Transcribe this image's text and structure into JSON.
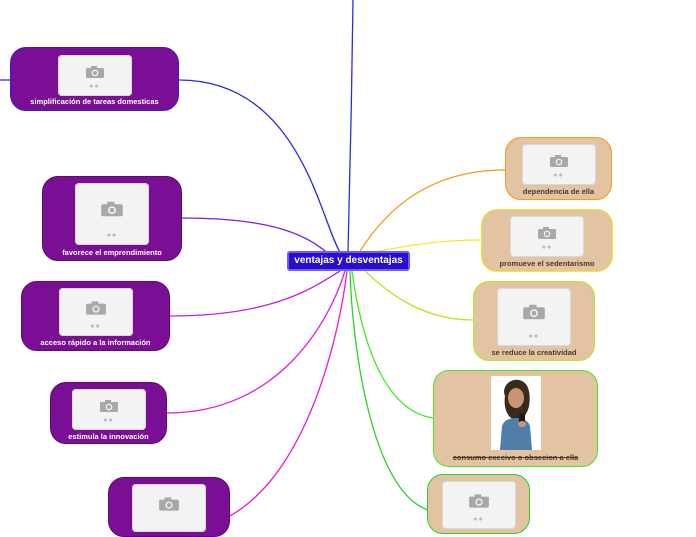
{
  "center": {
    "title": "ventajas y desventajas"
  },
  "left_nodes": [
    {
      "label": "simplificación de tareas domesticas",
      "image": "camera-icon"
    },
    {
      "label": "favorece el emprendimiento",
      "image": "camera-icon"
    },
    {
      "label": "acceso rápido a la información",
      "image": "camera-icon"
    },
    {
      "label": "estimula la innovación",
      "image": "camera-icon"
    },
    {
      "label": "",
      "image": "camera-icon"
    }
  ],
  "right_nodes": [
    {
      "label": "dependencia de ella",
      "image": "camera-icon"
    },
    {
      "label": "promueve el sedentarismo",
      "image": "camera-icon"
    },
    {
      "label": "se reduce la creatividad",
      "image": "camera-icon"
    },
    {
      "label": "consumo execivo o obsecion a ella",
      "image": "woman-with-phone-photo"
    },
    {
      "label": "",
      "image": "camera-icon"
    }
  ],
  "colors": {
    "center_bg": "#2a0ecc",
    "left_node_bg": "#7a0e95",
    "right_node_bg": "#e2c3a2",
    "link_blue": "#2a2ae8",
    "link_purple": "#7a1ee0",
    "link_magenta": "#c61ce0",
    "link_pink": "#e81ccc",
    "link_orange": "#f59a1a",
    "link_yellow": "#f0ea20",
    "link_lime": "#b2ea20",
    "link_green": "#4ae820",
    "link_bright_green": "#2ad02a"
  }
}
